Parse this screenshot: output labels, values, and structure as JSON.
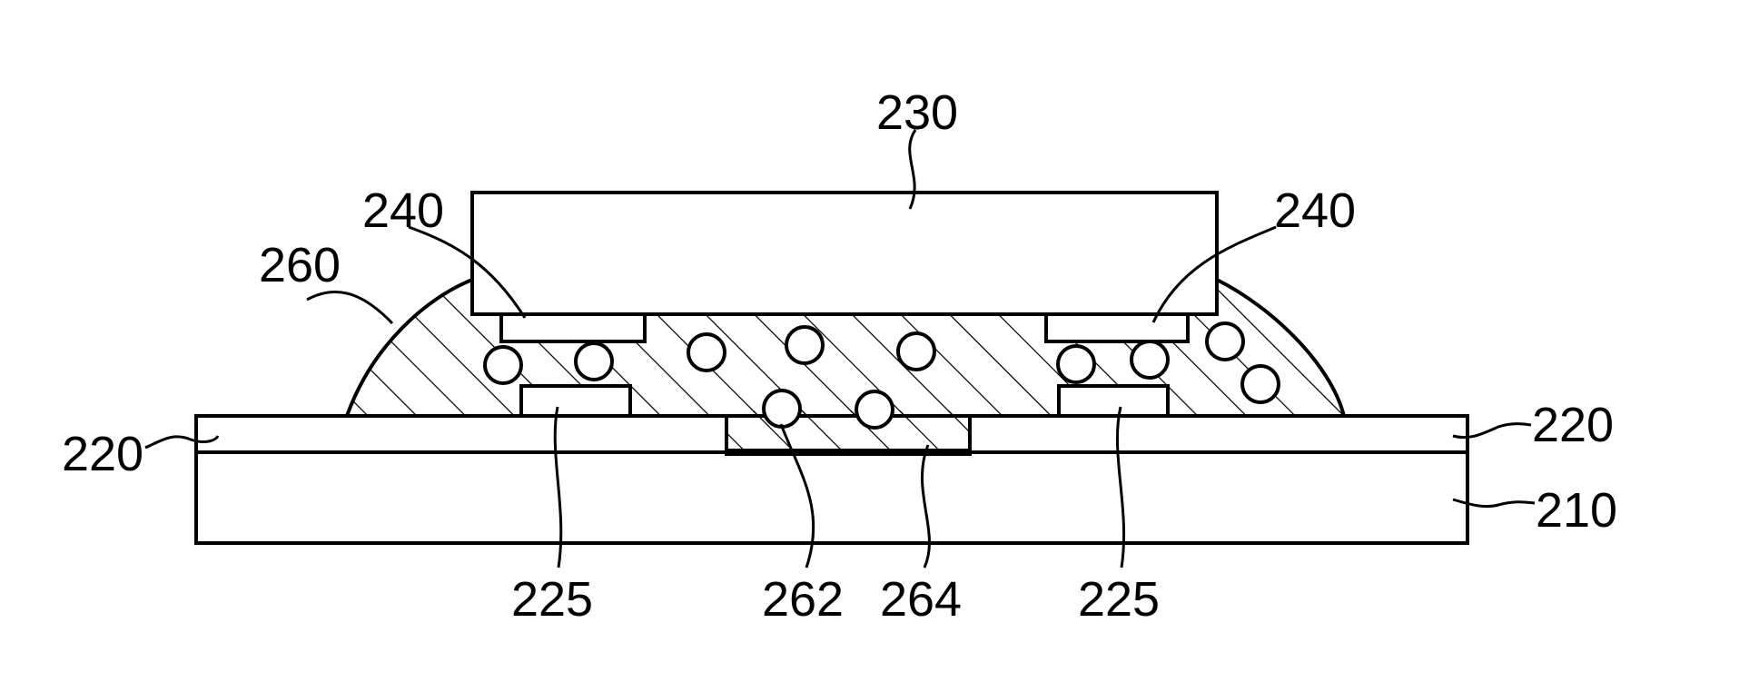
{
  "diagram": {
    "labels": {
      "chip": "230",
      "bump_left": "240",
      "bump_right": "240",
      "encapsulant": "260",
      "trace_left": "220",
      "trace_right": "220",
      "substrate": "210",
      "pad_left": "225",
      "particle": "262",
      "matrix": "264",
      "pad_right": "225"
    }
  }
}
